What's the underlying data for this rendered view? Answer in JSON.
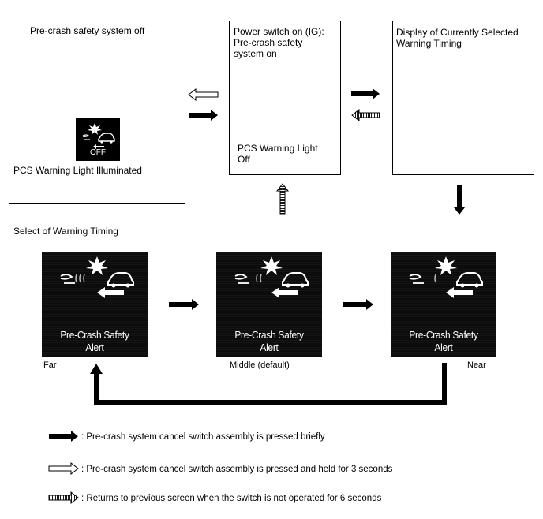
{
  "boxes": {
    "off": {
      "title": "Pre-crash safety system off",
      "warning_text": "PCS Warning Light Illuminated",
      "icon_label": "OFF"
    },
    "on": {
      "title": "Power switch on (IG):\nPre-crash safety\nsystem on",
      "warning_text": "PCS Warning Light\nOff"
    },
    "display": {
      "title": "Display of Currently Selected\nWarning Timing"
    },
    "select": {
      "title": "Select of Warning Timing"
    }
  },
  "screens": [
    {
      "alert_text": "Pre-Crash Safety\nAlert",
      "caption": "Far"
    },
    {
      "alert_text": "Pre-Crash Safety\nAlert",
      "caption": "Middle (default)"
    },
    {
      "alert_text": "Pre-Crash Safety\nAlert",
      "caption": "Near"
    }
  ],
  "legend": [
    {
      "icon": "arrow-solid-black",
      "text": ": Pre-crash system cancel switch assembly is pressed briefly"
    },
    {
      "icon": "arrow-hollow-white",
      "text": ": Pre-crash system cancel switch assembly is pressed and held for 3 seconds"
    },
    {
      "icon": "arrow-hatched",
      "text": ": Returns to previous screen when the switch is not operated for 6 seconds"
    }
  ]
}
